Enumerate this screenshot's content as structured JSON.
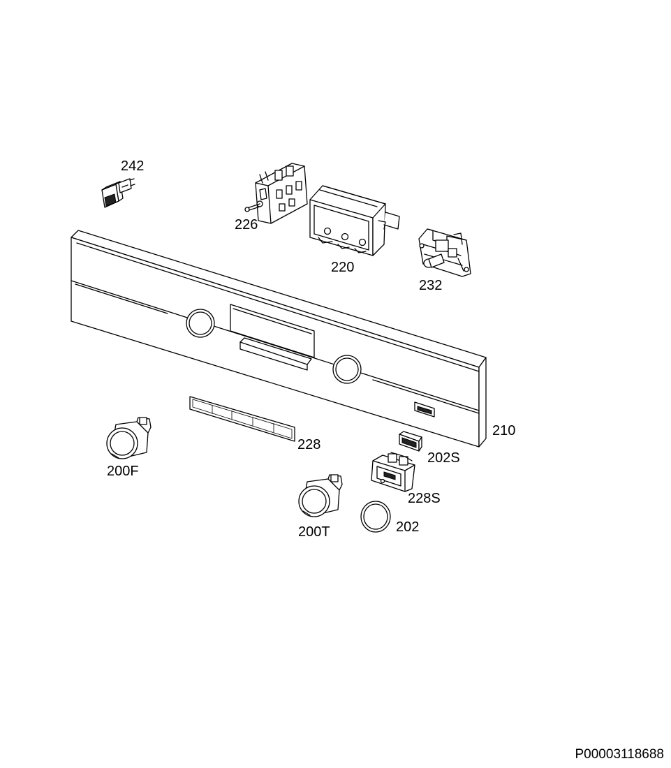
{
  "diagram": {
    "document_id": "P00003118688",
    "labels": {
      "p242": "242",
      "p226": "226",
      "p220": "220",
      "p232": "232",
      "p210": "210",
      "p228": "228",
      "p200F": "200F",
      "p202S": "202S",
      "p228S": "228S",
      "p200T": "200T",
      "p202": "202"
    }
  }
}
